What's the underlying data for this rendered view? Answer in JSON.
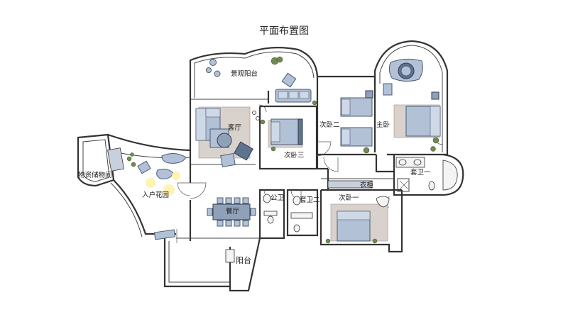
{
  "title": "平面布置图",
  "rooms": {
    "view_balcony": "景观阳台",
    "living_room": "客厅",
    "second_bedroom_3": "次卧三",
    "second_bedroom_2": "次卧二",
    "master_bedroom": "主卧",
    "storage": "物资储物间",
    "entry_garden": "入户花园",
    "dining_room": "餐厅",
    "public_bath": "公卫",
    "ensuite_bath_2": "套卫二",
    "second_bedroom_1": "次卧一",
    "wardrobe": "衣柜",
    "ensuite_bath_1": "套卫一",
    "balcony": "阳台"
  },
  "colors": {
    "wall": "#333333",
    "furniture_blue": "#b2c1d6",
    "furniture_dark": "#5e7390",
    "rug": "#d9d2cc",
    "plant": "#6f8a52",
    "light": "#fff2a8"
  }
}
